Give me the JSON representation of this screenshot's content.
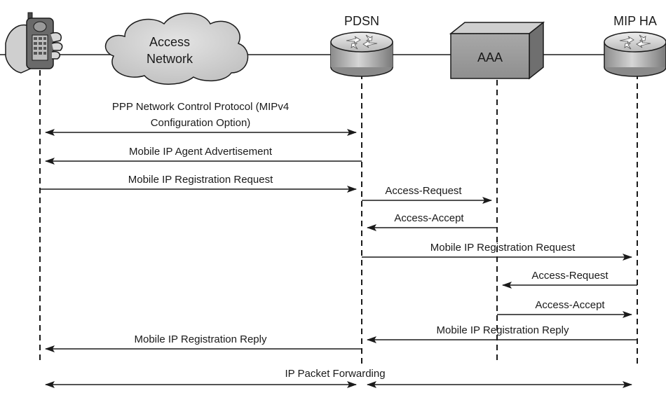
{
  "entities": {
    "phone": {
      "name": ""
    },
    "access_network": {
      "line1": "Access",
      "line2": "Network"
    },
    "pdsn": {
      "name": "PDSN"
    },
    "aaa": {
      "name": "AAA"
    },
    "mip_ha": {
      "name": "MIP HA"
    }
  },
  "messages": [
    {
      "line1": "PPP Network Control Protocol (MIPv4",
      "line2": "Configuration Option)"
    },
    {
      "label": "Mobile IP Agent Advertisement"
    },
    {
      "label": "Mobile IP Registration Request"
    },
    {
      "label": "Access-Request"
    },
    {
      "label": "Access-Accept"
    },
    {
      "label": "Mobile IP Registration Request"
    },
    {
      "label": "Access-Request"
    },
    {
      "label": "Access-Accept"
    },
    {
      "label": "Mobile IP Registration Reply"
    },
    {
      "label": "Mobile IP Registration Reply"
    },
    {
      "label": "IP Packet Forwarding"
    }
  ]
}
